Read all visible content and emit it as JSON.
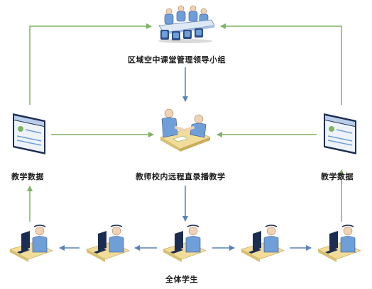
{
  "diagram": {
    "colors": {
      "arrow_green": "#7db462",
      "arrow_blue": "#5a82b8",
      "person_blue": "#6f9fd8",
      "person_dark": "#2d4f8a",
      "desk": "#f2dc9a",
      "desk_edge": "#c9b066",
      "monitor": "#1b2d52",
      "chair": "#7c9fd1"
    },
    "nodes": {
      "leadership": {
        "label": "区域空中课堂管理领导小组",
        "icon": "meeting-icon"
      },
      "teacher": {
        "label": "教师校内远程直录播教学",
        "icon": "handshake-icon"
      },
      "data_left": {
        "label": "教学数据",
        "icon": "data-window-icon"
      },
      "data_right": {
        "label": "教学数据",
        "icon": "data-window-icon"
      },
      "students": {
        "label": "全体学生",
        "icon": "student-workstation-icon"
      }
    }
  }
}
